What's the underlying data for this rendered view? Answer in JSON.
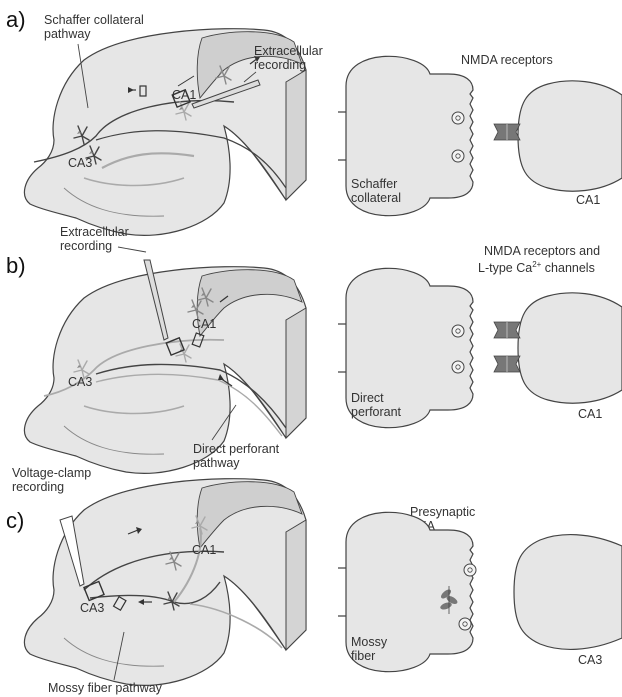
{
  "colors": {
    "tissue": "#e6e6e6",
    "tissue_shadow": "#cfcfcf",
    "tissue_edge": "#c8c8c8",
    "outline": "#444444",
    "dark_pathway": "#444444",
    "light_pathway": "#aaaaaa",
    "receptor": "#777777",
    "text": "#333333"
  },
  "panels": [
    {
      "label": "a)",
      "pathway_label": "Schaffer collateral\npathway",
      "region_label": "CA1",
      "neuron_label": "CA3",
      "recording_label": "Extracellular\nrecording",
      "synapse_title": "NMDA receptors",
      "pre_label": "Schaffer\ncollateral",
      "post_label": "CA1"
    },
    {
      "label": "b)",
      "recording_label": "Extracellular\nrecording",
      "region_label": "CA1",
      "neuron_label": "CA3",
      "pathway_label": "Direct perforant\npathway",
      "synapse_title_line1": "NMDA receptors and",
      "synapse_title_line2_pre": "L-type Ca",
      "synapse_title_line2_sup": "2+",
      "synapse_title_line2_post": " channels",
      "pre_label": "Direct\nperforant",
      "post_label": "CA1"
    },
    {
      "label": "c)",
      "recording_label": "Voltage-clamp\nrecording",
      "region_label": "CA1",
      "neuron_label": "CA3",
      "pathway_label": "Mossy fiber pathway",
      "synapse_title": "Presynaptic\nPKA",
      "pre_label": "Mossy\nfiber",
      "post_label": "CA3"
    }
  ]
}
